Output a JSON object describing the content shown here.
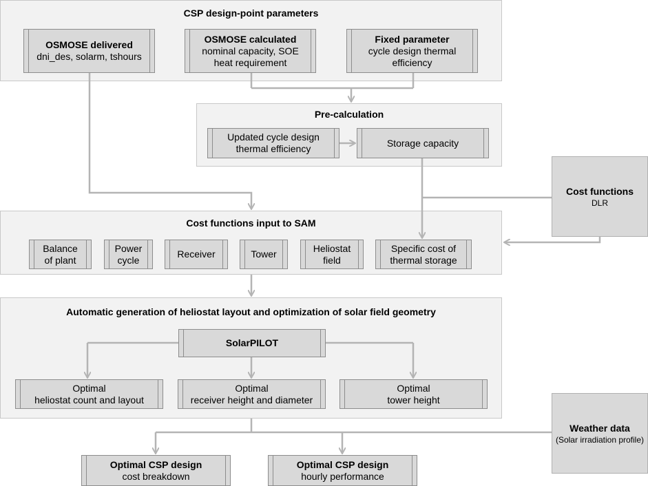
{
  "top": {
    "title": "CSP design-point parameters",
    "delivered": {
      "title": "OSMOSE delivered",
      "text": "dni_des, solarm, tshours"
    },
    "calculated": {
      "title": "OSMOSE calculated",
      "line1": "nominal capacity, SOE",
      "line2": "heat requirement"
    },
    "fixed": {
      "title": "Fixed parameter",
      "line1": "cycle design thermal",
      "line2": "efficiency"
    }
  },
  "precalc": {
    "title": "Pre-calculation",
    "updated": {
      "line1": "Updated cycle design",
      "line2": "thermal efficiency"
    },
    "storage": "Storage capacity"
  },
  "cost_side": {
    "title": "Cost functions",
    "subtitle": "DLR"
  },
  "cost_inputs": {
    "title": "Cost functions input to SAM",
    "items": [
      {
        "line1": "Balance",
        "line2": "of plant"
      },
      {
        "line1": "Power",
        "line2": "cycle"
      },
      {
        "line1": "Receiver",
        "line2": ""
      },
      {
        "line1": "Tower",
        "line2": ""
      },
      {
        "line1": "Heliostat",
        "line2": "field"
      },
      {
        "line1": "Specific cost of",
        "line2": "thermal storage"
      }
    ]
  },
  "optimization": {
    "title": "Automatic generation of heliostat layout and optimization of solar field geometry",
    "solarpilot": "SolarPILOT",
    "outputs": [
      {
        "line1": "Optimal",
        "line2": "heliostat count and layout"
      },
      {
        "line1": "Optimal",
        "line2": "receiver height and diameter"
      },
      {
        "line1": "Optimal",
        "line2": "tower height"
      }
    ]
  },
  "weather": {
    "title": "Weather data",
    "subtitle": "(Solar irradiation profile)"
  },
  "results": [
    {
      "title": "Optimal CSP design",
      "subtitle": "cost breakdown"
    },
    {
      "title": "Optimal CSP design",
      "subtitle": "hourly performance"
    }
  ],
  "colors": {
    "panel": "#f2f2f2",
    "box": "#d9d9d9",
    "arrow": "#b4b4b4"
  }
}
